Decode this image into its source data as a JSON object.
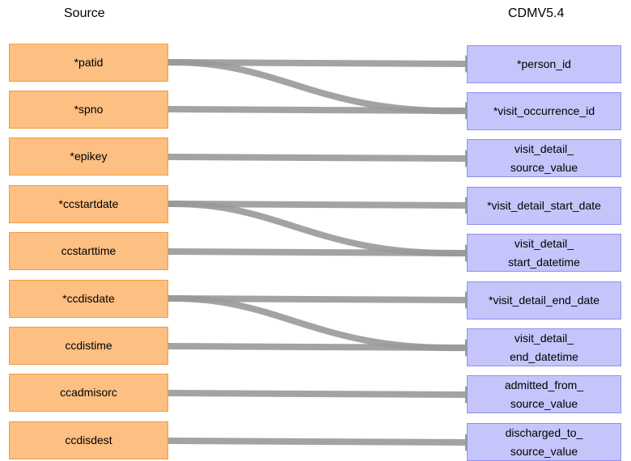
{
  "headers": {
    "source": "Source",
    "target": "CDMV5.4"
  },
  "source_fields": [
    "*patid",
    "*spno",
    "*epikey",
    "*ccstartdate",
    "ccstarttime",
    "*ccdisdate",
    "ccdistime",
    "ccadmisorc",
    "ccdisdest"
  ],
  "target_fields": [
    "*person_id",
    "*visit_occurrence_id",
    "visit_detail_ source_value",
    "*visit_detail_start_date",
    "visit_detail_ start_datetime",
    "*visit_detail_end_date",
    "visit_detail_ end_datetime",
    "admitted_from_ source_value",
    "discharged_to_ source_value"
  ],
  "mappings": [
    {
      "from": 0,
      "to": 0
    },
    {
      "from": 0,
      "to": 1
    },
    {
      "from": 1,
      "to": 1
    },
    {
      "from": 2,
      "to": 2
    },
    {
      "from": 3,
      "to": 3
    },
    {
      "from": 3,
      "to": 4
    },
    {
      "from": 4,
      "to": 4
    },
    {
      "from": 5,
      "to": 5
    },
    {
      "from": 5,
      "to": 6
    },
    {
      "from": 6,
      "to": 6
    },
    {
      "from": 7,
      "to": 7
    },
    {
      "from": 8,
      "to": 8
    }
  ],
  "colors": {
    "source_fill": "#fdbf82",
    "source_border": "#f59a3c",
    "target_fill": "#c5c5fb",
    "target_border": "#8f8ff2",
    "arrow": "#999999"
  }
}
